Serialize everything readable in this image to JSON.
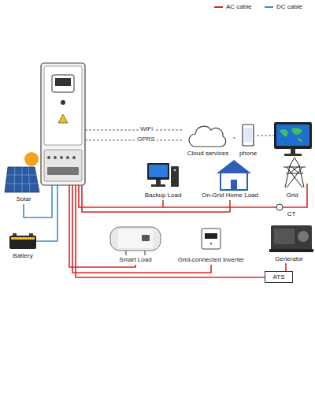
{
  "diagram": {
    "nodes": [
      {
        "text": [
          "Solar"
        ]
      },
      {
        "text": [
          "Battery"
        ]
      },
      {
        "text": [
          "Cloud services"
        ]
      },
      {
        "text": [
          "phone"
        ]
      },
      {
        "text": [
          "Backup Load"
        ]
      },
      {
        "text": [
          "On-Grid Home Load"
        ]
      },
      {
        "text": [
          "Grid"
        ]
      },
      {
        "text": [
          "CT"
        ]
      },
      {
        "text": [
          "Smart Load"
        ]
      },
      {
        "text": [
          "Grid-connected Inverter"
        ]
      },
      {
        "text": [
          "Generator"
        ]
      },
      {
        "text": [
          "ATS"
        ]
      }
    ],
    "edges": [
      {
        "from": 2,
        "to": 3,
        "arrow": "none"
      },
      {
        "from": 10,
        "to": 11,
        "arrow": "none"
      }
    ],
    "labels": [
      "WiFi",
      "GPRS"
    ],
    "legend": [
      {
        "text": "AC cable",
        "color": "#e02424"
      },
      {
        "text": "DC cable",
        "color": "#3b8fd1"
      }
    ]
  }
}
